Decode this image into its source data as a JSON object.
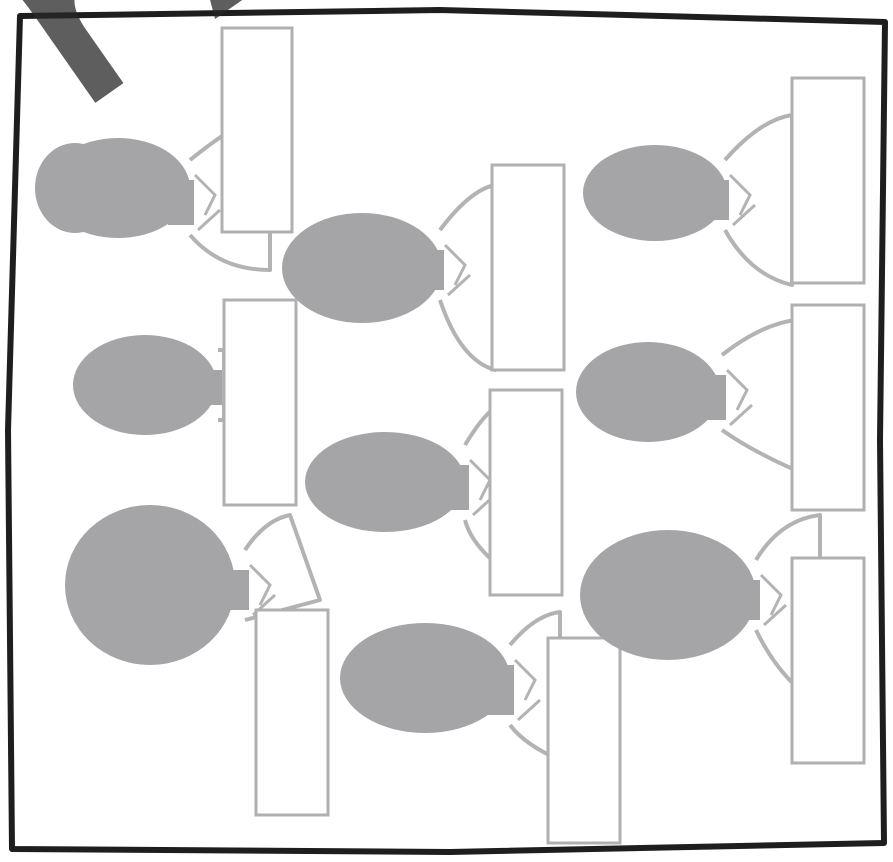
{
  "worksheet": {
    "watermark_text": "r Ans",
    "colors": {
      "frame": "#1e1e1e",
      "silhouette": "#a5a5a7",
      "outline": "#b3b3b5",
      "answer_box_border": "#b0b0b2",
      "watermark": "#333333"
    },
    "figures": [
      {
        "id": 1,
        "answer": ""
      },
      {
        "id": 2,
        "answer": ""
      },
      {
        "id": 3,
        "answer": ""
      },
      {
        "id": 4,
        "answer": ""
      },
      {
        "id": 5,
        "answer": ""
      },
      {
        "id": 6,
        "answer": ""
      },
      {
        "id": 7,
        "answer": ""
      },
      {
        "id": 8,
        "answer": ""
      },
      {
        "id": 9,
        "answer": ""
      },
      {
        "id": 10,
        "answer": ""
      }
    ]
  }
}
